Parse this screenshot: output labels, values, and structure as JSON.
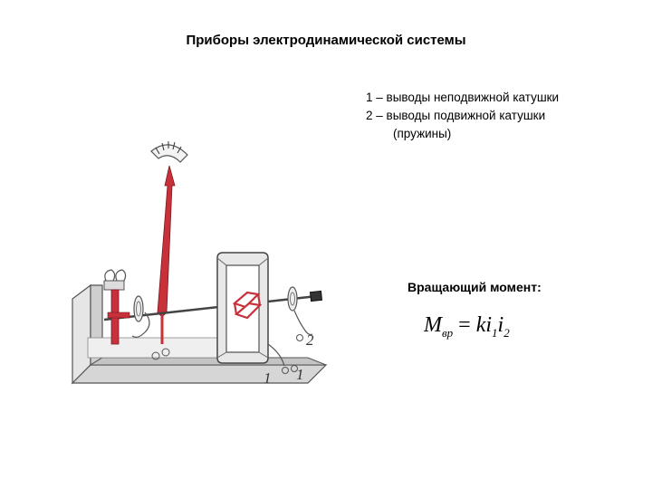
{
  "title": "Приборы электродинамической системы",
  "legend": {
    "line1": "1 – выводы неподвижной катушки",
    "line2": "2 – выводы подвижной катушки",
    "line3": "(пружины)"
  },
  "torque": {
    "label": "Вращающий момент:",
    "formula": {
      "M": "M",
      "M_sub": "вр",
      "eq": "=",
      "k": "ki",
      "i1_sub": "1",
      "i2": "i",
      "i2_sub": "2"
    }
  },
  "diagram": {
    "terminal_label_1": "1",
    "terminal_label_1b": "1",
    "terminal_label_2": "2"
  },
  "colors": {
    "pointer": "#c8303a",
    "frame": "#d9d9d9",
    "outline": "#555555"
  }
}
